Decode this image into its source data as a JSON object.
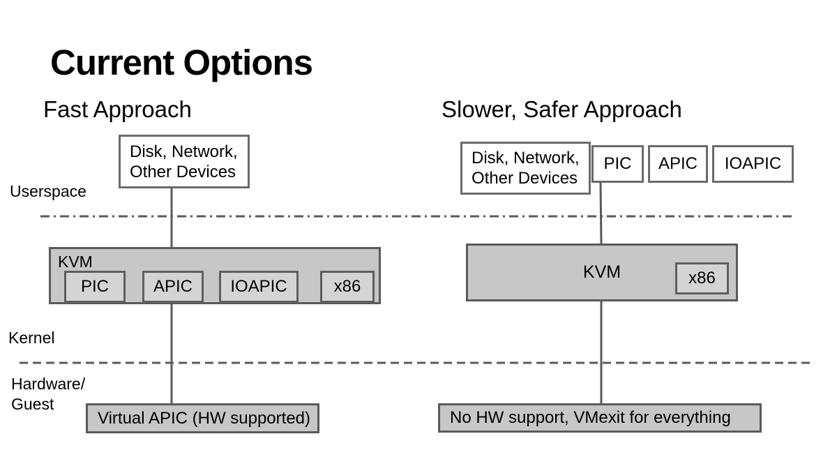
{
  "slide": {
    "title": "Current Options",
    "left_heading": "Fast Approach",
    "right_heading": "Slower, Safer Approach"
  },
  "layers": {
    "userspace": "Userspace",
    "kernel": "Kernel",
    "hardware_guest": "Hardware/\nGuest"
  },
  "fast": {
    "devices_line1": "Disk, Network,",
    "devices_line2": "Other Devices",
    "kvm_label": "KVM",
    "kvm_children": [
      "PIC",
      "APIC",
      "IOAPIC",
      "x86"
    ],
    "bottom_box": "Virtual APIC (HW supported)"
  },
  "slow": {
    "devices_line1": "Disk, Network,",
    "devices_line2": "Other Devices",
    "userspace_boxes": [
      "PIC",
      "APIC",
      "IOAPIC"
    ],
    "kvm_label": "KVM",
    "x86_label": "x86",
    "bottom_box": "No HW support, VMexit for everything"
  },
  "colors": {
    "gray_box_fill": "#c7c7c7",
    "inner_box_fill": "#d4d4d4",
    "gray_box_border": "#5a5a5a",
    "white_box_border": "#6b6b6b",
    "line_color": "#5a5a5a",
    "text_color": "#000000",
    "background": "#ffffff"
  }
}
